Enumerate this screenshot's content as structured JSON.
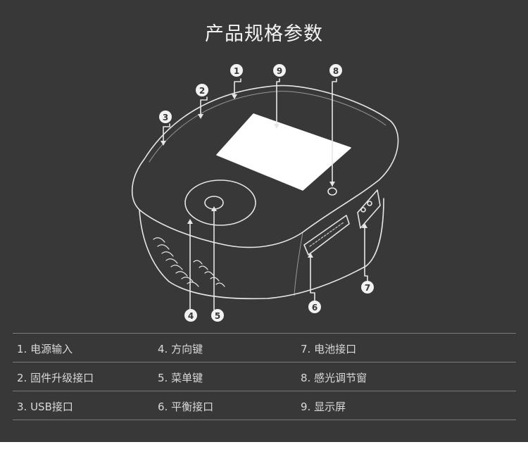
{
  "title": "产品规格参数",
  "callouts": [
    "1",
    "2",
    "3",
    "4",
    "5",
    "6",
    "7",
    "8",
    "9"
  ],
  "specs": [
    [
      "1. 电源输入",
      "4. 方向键",
      "7. 电池接口"
    ],
    [
      "2. 固件升级接口",
      "5. 菜单键",
      "8. 感光调节窗"
    ],
    [
      "3. USB接口",
      "6. 平衡接口",
      "9. 显示屏"
    ]
  ],
  "colors": {
    "background": "#383838",
    "line": "#e6e6e6",
    "divider": "#7a7a7a"
  }
}
